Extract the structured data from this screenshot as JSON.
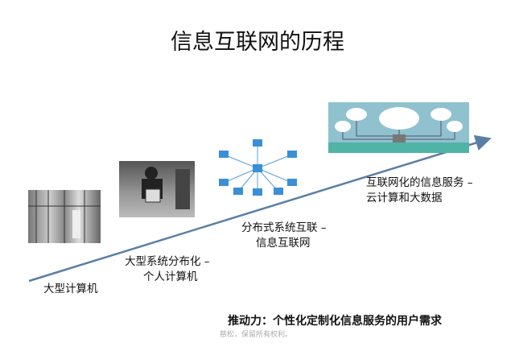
{
  "slide": {
    "title": "信息互联网的历程",
    "stages": [
      {
        "lines": [
          "大型计算机"
        ]
      },
      {
        "lines": [
          "大型系统分布化 –",
          "个人计算机"
        ]
      },
      {
        "lines": [
          "分布式系统互联 –",
          "信息互联网"
        ]
      },
      {
        "lines": [
          "互联网化的信息服务 –",
          "云计算和大数据"
        ]
      }
    ],
    "driver": "推动力：个性化定制化信息服务的用户需求",
    "watermark": "慈松，保留所有权利。",
    "colors": {
      "arrow": "#5a7fa6"
    }
  }
}
